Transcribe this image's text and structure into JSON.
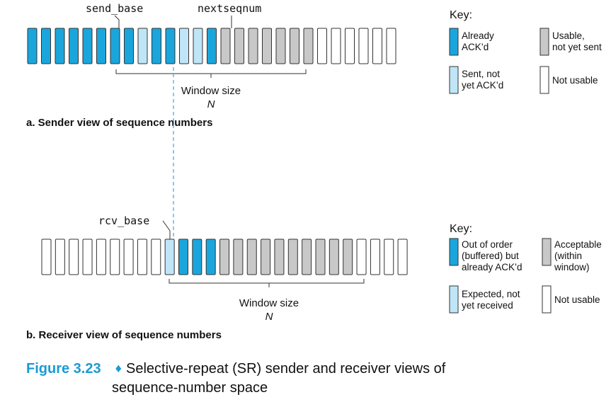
{
  "colors": {
    "acked": "#1aa6dc",
    "sent_not_acked": "#bfe5f7",
    "usable": "#c8c8c8",
    "not_usable": "#ffffff",
    "dashed_line": "#3aa7e0",
    "caption_blue": "#1a9ad6"
  },
  "sender": {
    "pointer_send_base": "send_base",
    "pointer_nextseqnum": "nextseqnum",
    "cell_states": [
      "acked",
      "acked",
      "acked",
      "acked",
      "acked",
      "acked",
      "acked",
      "acked",
      "sent",
      "acked",
      "acked",
      "sent",
      "sent",
      "acked",
      "usable",
      "usable",
      "usable",
      "usable",
      "usable",
      "usable",
      "usable",
      "notusable",
      "notusable",
      "notusable",
      "notusable",
      "notusable",
      "notusable"
    ],
    "window_label": "Window size",
    "window_symbol": "N",
    "section_label": "a. Sender view of sequence numbers"
  },
  "sender_key": {
    "title": "Key:",
    "items": [
      {
        "state": "acked",
        "lines": [
          "Already",
          "ACK’d"
        ]
      },
      {
        "state": "usable",
        "lines": [
          "Usable,",
          "not yet sent"
        ]
      },
      {
        "state": "sent",
        "lines": [
          "Sent, not",
          "yet ACK’d"
        ]
      },
      {
        "state": "notusable",
        "lines": [
          "Not usable"
        ]
      }
    ]
  },
  "receiver": {
    "pointer_rcv_base": "rcv_base",
    "cell_states": [
      "notusable",
      "notusable",
      "notusable",
      "notusable",
      "notusable",
      "notusable",
      "notusable",
      "notusable",
      "notusable",
      "sent",
      "acked",
      "acked",
      "acked",
      "usable",
      "usable",
      "usable",
      "usable",
      "usable",
      "usable",
      "usable",
      "usable",
      "usable",
      "usable",
      "notusable",
      "notusable",
      "notusable",
      "notusable"
    ],
    "window_label": "Window size",
    "window_symbol": "N",
    "section_label": "b. Receiver view of sequence numbers"
  },
  "receiver_key": {
    "title": "Key:",
    "items": [
      {
        "state": "acked",
        "lines": [
          "Out of order",
          "(buffered) but",
          "already ACK’d"
        ]
      },
      {
        "state": "usable",
        "lines": [
          "Acceptable",
          "(within",
          "window)"
        ]
      },
      {
        "state": "sent",
        "lines": [
          "Expected, not",
          "yet received"
        ]
      },
      {
        "state": "notusable",
        "lines": [
          "Not usable"
        ]
      }
    ]
  },
  "caption": {
    "figure_number": "Figure 3.23",
    "separator": "♦",
    "line1": "Selective-repeat (SR) sender and receiver views of",
    "line2": "sequence-number space"
  }
}
